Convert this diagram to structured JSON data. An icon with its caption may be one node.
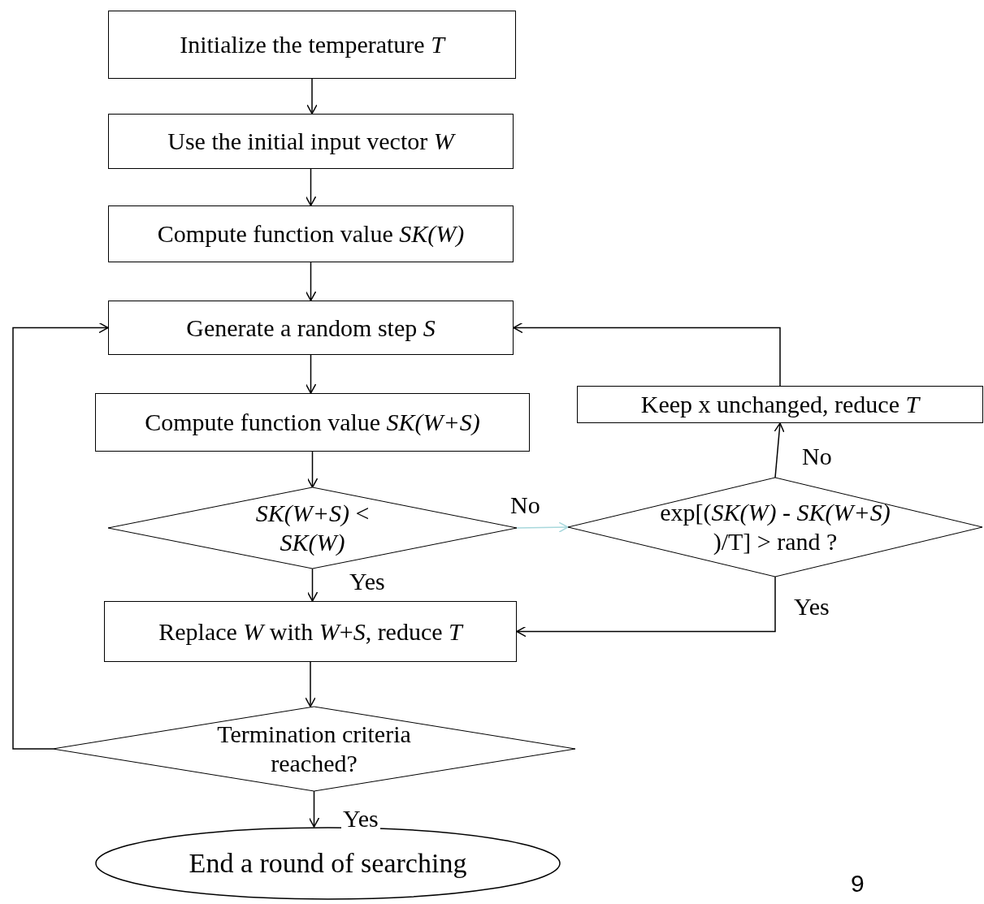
{
  "diagram": {
    "nodes": [
      {
        "text": [
          "Initialize the temperature *T*"
        ]
      },
      {
        "text": [
          "Use the initial input vector *W*"
        ]
      },
      {
        "text": [
          "Compute function value *SK(W)*"
        ]
      },
      {
        "text": [
          "Generate a random step *S*"
        ]
      },
      {
        "text": [
          "Compute function value *SK(W+S)*"
        ]
      },
      {
        "text": [
          "*SK(W+S)* < *SK(W)*"
        ]
      },
      {
        "text": [
          "exp[(*SK(W)* - *SK(W+S)* )/T] > rand ?"
        ]
      },
      {
        "text": [
          "Keep x unchanged, reduce *T*"
        ]
      },
      {
        "text": [
          "Replace *W* with *W*+*S*, reduce *T*"
        ]
      },
      {
        "text": [
          "Termination criteria reached?"
        ]
      },
      {
        "text": [
          "End a round of searching"
        ]
      }
    ],
    "edges": [
      {
        "from": 0,
        "to": 1,
        "arrow": "to"
      },
      {
        "from": 1,
        "to": 2,
        "arrow": "to"
      },
      {
        "from": 2,
        "to": 3,
        "arrow": "to"
      },
      {
        "from": 3,
        "to": 4,
        "arrow": "to"
      },
      {
        "from": 4,
        "to": 5,
        "arrow": "to"
      },
      {
        "from": 5,
        "to": 6,
        "arrow": "to",
        "label": "No",
        "color": "#a8d8dc"
      },
      {
        "from": 5,
        "to": 8,
        "arrow": "to",
        "label": "Yes"
      },
      {
        "from": 6,
        "to": 7,
        "arrow": "to",
        "label": "No"
      },
      {
        "from": 7,
        "to": 3,
        "arrow": "to"
      },
      {
        "from": 6,
        "to": 8,
        "arrow": "to",
        "label": "Yes"
      },
      {
        "from": 8,
        "to": 9,
        "arrow": "to"
      },
      {
        "from": 9,
        "to": 3,
        "arrow": "to"
      },
      {
        "from": 9,
        "to": 10,
        "arrow": "to",
        "label": "Yes"
      }
    ],
    "labels": [
      "9"
    ]
  }
}
